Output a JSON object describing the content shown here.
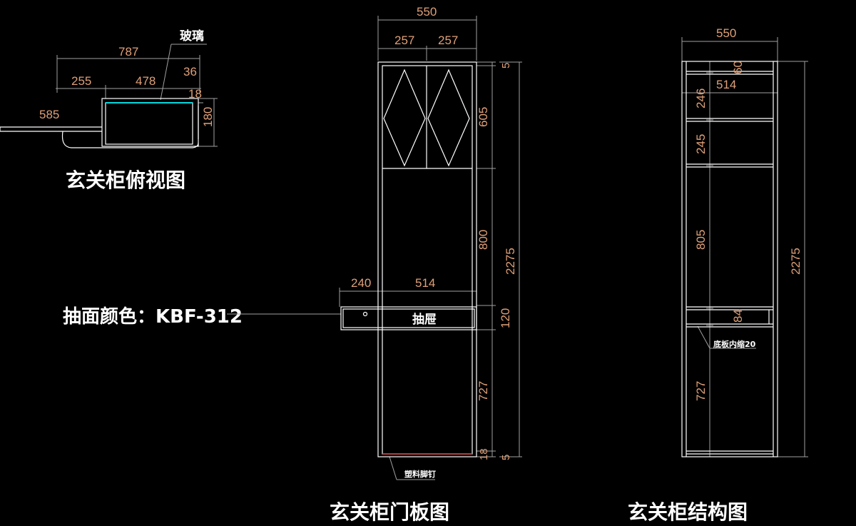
{
  "top_view": {
    "title": "玄关柜俯视图",
    "glass_label": "玻璃",
    "dims": {
      "total": "787",
      "left": "255",
      "right": "478",
      "d36": "36",
      "d18": "18",
      "depth": "180",
      "ext": "585"
    }
  },
  "door_view": {
    "title": "玄关柜门板图",
    "drawer_label": "抽屉",
    "foot_note": "塑料脚钉",
    "color_note": "抽面颜色：KBF-312",
    "dims": {
      "width": "550",
      "left_door": "257",
      "right_door": "257",
      "drawer_ext": "240",
      "drawer_width": "514",
      "h5_top": "5",
      "h605": "605",
      "h800": "800",
      "h120": "120",
      "h727": "727",
      "h18": "18",
      "h5_bot": "5",
      "total_h": "2275"
    }
  },
  "structure_view": {
    "title": "玄关柜结构图",
    "note": "底板内缩20",
    "dims": {
      "width": "550",
      "inner": "514",
      "h60": "60",
      "h246": "246",
      "h245": "245",
      "h805": "805",
      "h84": "84",
      "h727": "727",
      "total_h": "2275"
    }
  },
  "colors": {
    "line": "#ffffff",
    "dim_text": "#e0a078",
    "dim_line": "#a0a0a0",
    "glass": "#00d8e0"
  }
}
